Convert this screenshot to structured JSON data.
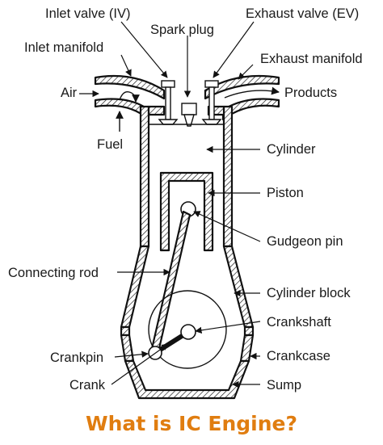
{
  "title": "What is IC Engine?",
  "labels": {
    "inlet_valve": "Inlet valve (IV)",
    "spark_plug": "Spark plug",
    "exhaust_valve": "Exhaust valve (EV)",
    "inlet_manifold": "Inlet manifold",
    "exhaust_manifold": "Exhaust manifold",
    "air": "Air",
    "products": "Products",
    "fuel": "Fuel",
    "cylinder": "Cylinder",
    "piston": "Piston",
    "gudgeon_pin": "Gudgeon pin",
    "connecting_rod": "Connecting rod",
    "cylinder_block": "Cylinder block",
    "crankshaft": "Crankshaft",
    "crankpin": "Crankpin",
    "crankcase": "Crankcase",
    "crank": "Crank",
    "sump": "Sump"
  },
  "colors": {
    "title": "#e07d10",
    "line": "#111111",
    "background": "#ffffff"
  }
}
